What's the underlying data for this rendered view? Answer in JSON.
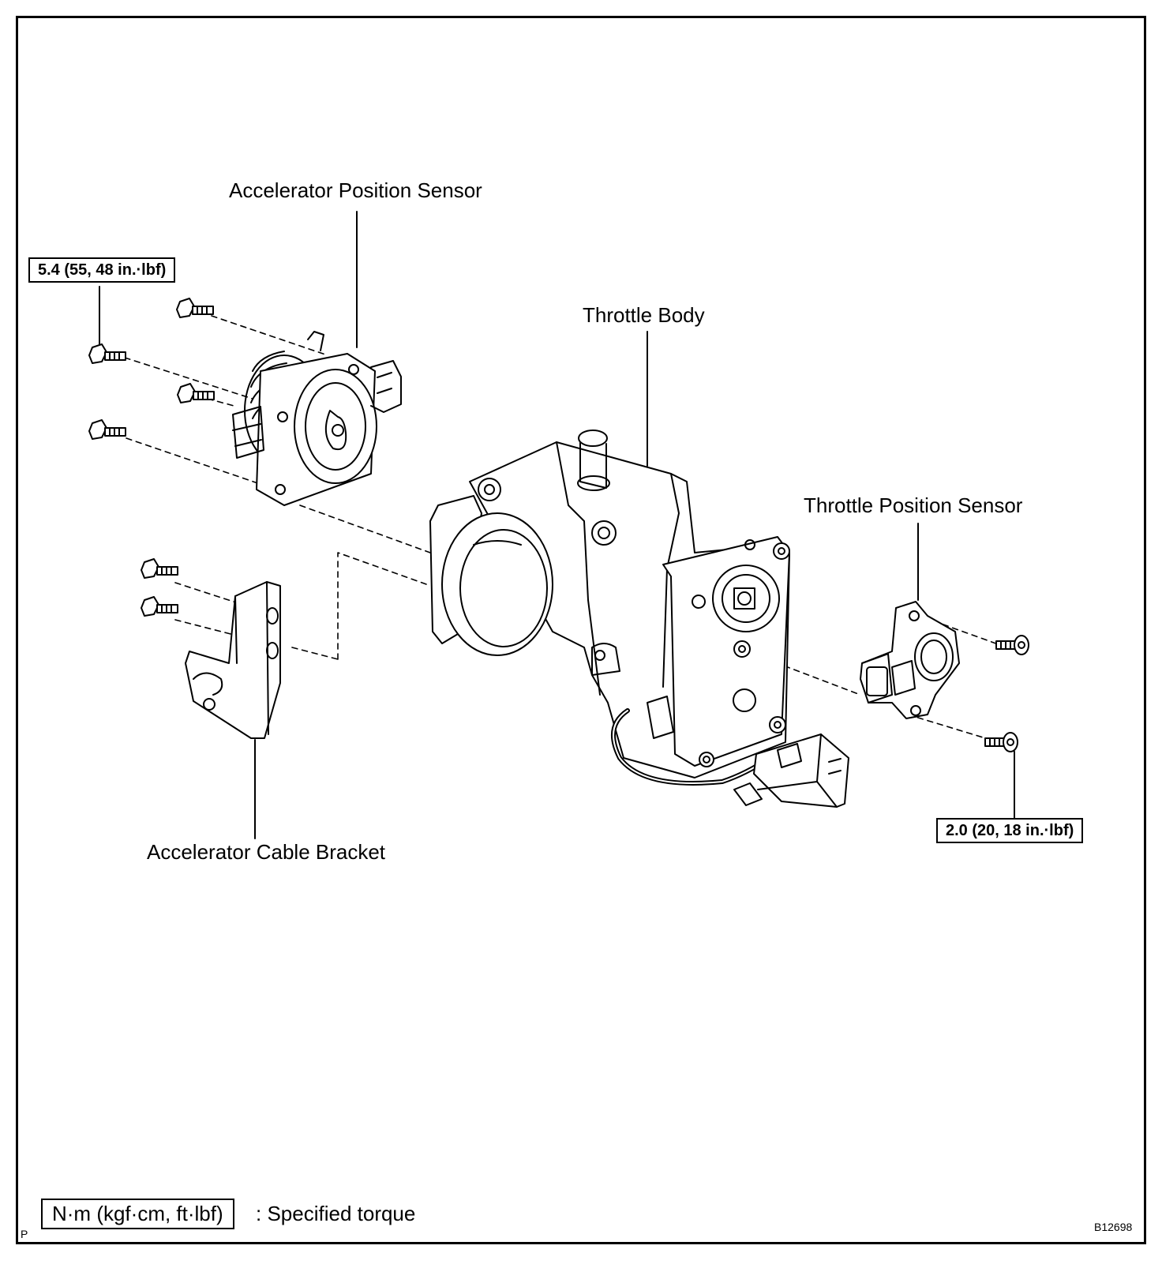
{
  "labels": {
    "accelerator_position_sensor": "Accelerator Position Sensor",
    "throttle_body": "Throttle Body",
    "throttle_position_sensor": "Throttle Position Sensor",
    "accelerator_cable_bracket": "Accelerator Cable Bracket"
  },
  "torque_specs": {
    "aps_bolts": "5.4 (55, 48 in.·lbf)",
    "tps_screws": "2.0 (20, 18 in.·lbf)"
  },
  "legend": {
    "unit_box": "N·m (kgf·cm, ft·lbf)",
    "description": ": Specified torque"
  },
  "corner_marks": {
    "left": "P",
    "figure_code": "B12698"
  }
}
